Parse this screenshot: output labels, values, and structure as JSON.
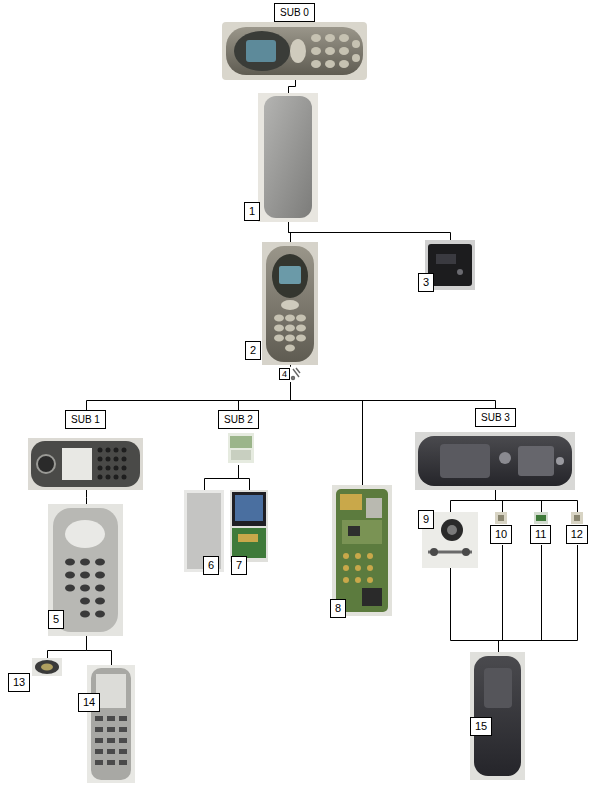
{
  "diagram": {
    "nodes": [
      {
        "text": [
          "SUB 0"
        ]
      },
      {
        "text": [
          "1"
        ]
      },
      {
        "text": [
          "2"
        ]
      },
      {
        "text": [
          "3"
        ]
      },
      {
        "text": [
          "4"
        ]
      },
      {
        "text": [
          "SUB 1"
        ]
      },
      {
        "text": [
          "SUB 2"
        ]
      },
      {
        "text": [
          "8"
        ]
      },
      {
        "text": [
          "SUB 3"
        ]
      },
      {
        "text": [
          "5"
        ]
      },
      {
        "text": [
          "6"
        ]
      },
      {
        "text": [
          "7"
        ]
      },
      {
        "text": [
          "9"
        ]
      },
      {
        "text": [
          "10"
        ]
      },
      {
        "text": [
          "11"
        ]
      },
      {
        "text": [
          "12"
        ]
      },
      {
        "text": [
          "13"
        ]
      },
      {
        "text": [
          "14"
        ]
      },
      {
        "text": [
          "15"
        ]
      }
    ],
    "edges": [
      {
        "from": 0,
        "to": 1,
        "arrow": "none"
      },
      {
        "from": 1,
        "to": 2,
        "arrow": "none"
      },
      {
        "from": 1,
        "to": 3,
        "arrow": "none"
      },
      {
        "from": 2,
        "to": 4,
        "arrow": "none"
      },
      {
        "from": 4,
        "to": 5,
        "arrow": "none"
      },
      {
        "from": 4,
        "to": 6,
        "arrow": "none"
      },
      {
        "from": 4,
        "to": 7,
        "arrow": "none"
      },
      {
        "from": 4,
        "to": 8,
        "arrow": "none"
      },
      {
        "from": 5,
        "to": 9,
        "arrow": "none"
      },
      {
        "from": 6,
        "to": 10,
        "arrow": "none"
      },
      {
        "from": 6,
        "to": 11,
        "arrow": "none"
      },
      {
        "from": 8,
        "to": 12,
        "arrow": "none"
      },
      {
        "from": 8,
        "to": 13,
        "arrow": "none"
      },
      {
        "from": 8,
        "to": 14,
        "arrow": "none"
      },
      {
        "from": 8,
        "to": 15,
        "arrow": "none"
      },
      {
        "from": 9,
        "to": 16,
        "arrow": "none"
      },
      {
        "from": 9,
        "to": 17,
        "arrow": "none"
      },
      {
        "from": 12,
        "to": 18,
        "arrow": "none"
      },
      {
        "from": 13,
        "to": 18,
        "arrow": "none"
      },
      {
        "from": 14,
        "to": 18,
        "arrow": "none"
      },
      {
        "from": 15,
        "to": 18,
        "arrow": "none"
      }
    ]
  }
}
